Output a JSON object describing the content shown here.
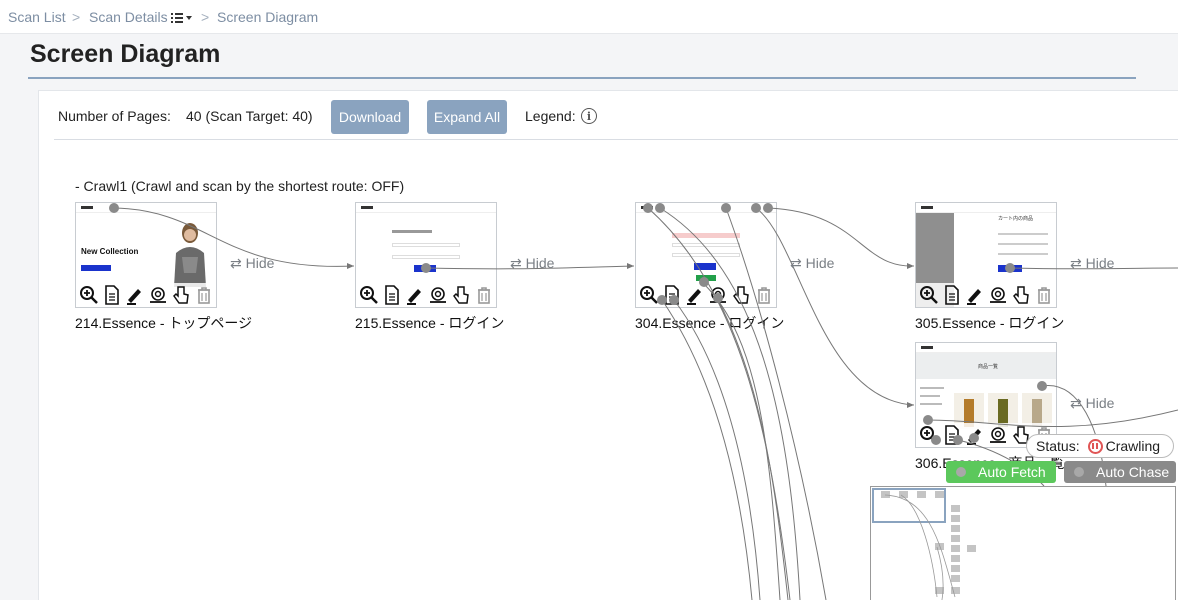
{
  "breadcrumb": {
    "items": [
      "Scan List",
      "Scan Details",
      "Screen Diagram"
    ],
    "separator": ">"
  },
  "page": {
    "title": "Screen Diagram"
  },
  "toolbar": {
    "pages_label": "Number of Pages:",
    "pages_value": "40 (Scan Target: 40)",
    "download_label": "Download",
    "expand_label": "Expand All",
    "legend_label": "Legend:",
    "legend_icon": "info-icon"
  },
  "diagram": {
    "crawl_label": "- Crawl1 (Crawl and scan by the shortest route: OFF)",
    "hide_label": "Hide",
    "hide_icon": "swap-arrows-icon",
    "nodes": [
      {
        "label": "214.Essence - トップページ",
        "banner": "New Collection"
      },
      {
        "label": "215.Essence - ログイン"
      },
      {
        "label": "304.Essence - ログイン"
      },
      {
        "label": "305.Essence - ログイン",
        "thumb_heading": "カート内の商品"
      },
      {
        "label": "306.Essence - 商品一覧",
        "thumb_heading": "商品一覧"
      }
    ],
    "node_icons": [
      "zoom-in-icon",
      "document-icon",
      "edit-icon",
      "snail-icon",
      "pointer-icon",
      "trash-icon"
    ]
  },
  "status": {
    "label": "Status:",
    "value": "Crawling",
    "icon": "pause-icon",
    "color": "#e05555"
  },
  "controls": {
    "auto_fetch": "Auto Fetch",
    "auto_chase": "Auto Chase",
    "fetch_color": "#5cc85c",
    "chase_color": "#8a8a8a"
  },
  "colors": {
    "accent": "#8aa3bf",
    "edge": "#777777"
  }
}
